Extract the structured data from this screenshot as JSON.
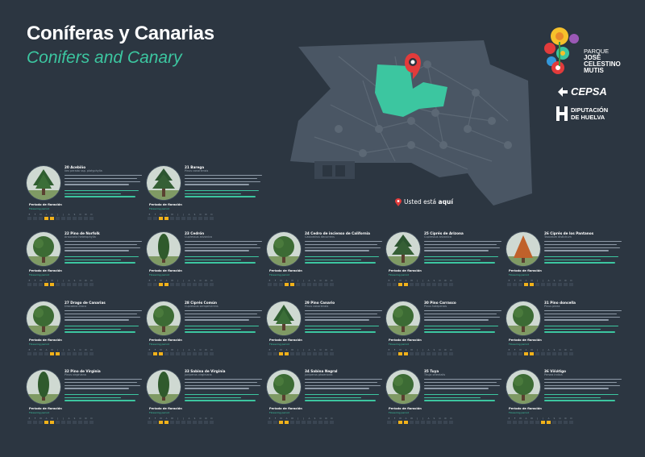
{
  "title": "Coníferas y Canarias",
  "subtitle": "Conifers and Canary",
  "you_are_here_prefix": "Usted está",
  "you_are_here_bold": "aquí",
  "logos": {
    "park_line1": "PARQUE",
    "park_line2": "JOSÉ",
    "park_line3": "CELESTINO",
    "park_line4": "MUTIS",
    "sponsor": "CEPSA",
    "gov_line1": "DIPUTACIÓN",
    "gov_line2": "DE HUELVA"
  },
  "colors": {
    "background": "#2c3641",
    "accent": "#3cc6a0",
    "pin": "#e23b3b",
    "flowering": "#f2b21a"
  },
  "flowering_label": "Período de floración",
  "flowering_sub": "Flowering period",
  "month_initials": [
    "E",
    "F",
    "M",
    "A",
    "M",
    "J",
    "J",
    "A",
    "S",
    "O",
    "N",
    "D"
  ],
  "cards": [
    {
      "title": "20 Acebiño",
      "sub": "Ilex perado ssp. platyphylla",
      "flower": [
        0,
        0,
        0,
        1,
        1,
        0,
        0,
        0,
        0,
        0,
        0,
        0
      ]
    },
    {
      "title": "21 Barega",
      "sub": "Pinus canariensis",
      "flower": [
        0,
        0,
        1,
        1,
        0,
        0,
        0,
        0,
        0,
        0,
        0,
        0
      ]
    },
    {
      "title": "22 Pino de Norfolk",
      "sub": "Araucaria heterophylla",
      "flower": [
        0,
        0,
        0,
        1,
        1,
        0,
        0,
        0,
        0,
        0,
        0,
        0
      ]
    },
    {
      "title": "23 Cedrón",
      "sub": "Cupressus arizonica",
      "flower": [
        0,
        0,
        1,
        1,
        0,
        0,
        0,
        0,
        0,
        0,
        0,
        0
      ]
    },
    {
      "title": "24 Cedro de incienso de California",
      "sub": "Calocedrus decurrens",
      "flower": [
        0,
        0,
        0,
        1,
        1,
        0,
        0,
        0,
        0,
        0,
        0,
        0
      ]
    },
    {
      "title": "25 Ciprés de Arizona",
      "sub": "Cupressus arizonica",
      "flower": [
        0,
        0,
        1,
        1,
        0,
        0,
        0,
        0,
        0,
        0,
        0,
        0
      ]
    },
    {
      "title": "26 Ciprés de los Pantanos",
      "sub": "Taxodium distichum",
      "flower": [
        0,
        0,
        0,
        1,
        1,
        0,
        0,
        0,
        0,
        0,
        0,
        0
      ]
    },
    {
      "title": "27 Drago de Canarias",
      "sub": "Dracaena draco",
      "flower": [
        0,
        0,
        0,
        0,
        1,
        1,
        0,
        0,
        0,
        0,
        0,
        0
      ]
    },
    {
      "title": "28 Ciprés Común",
      "sub": "Cupressus sempervirens",
      "flower": [
        0,
        1,
        1,
        0,
        0,
        0,
        0,
        0,
        0,
        0,
        0,
        0
      ]
    },
    {
      "title": "29 Pino Canario",
      "sub": "Pinus canariensis",
      "flower": [
        0,
        0,
        1,
        1,
        0,
        0,
        0,
        0,
        0,
        0,
        0,
        0
      ]
    },
    {
      "title": "30 Pino Carrasco",
      "sub": "Pinus halepensis",
      "flower": [
        0,
        0,
        1,
        1,
        0,
        0,
        0,
        0,
        0,
        0,
        0,
        0
      ]
    },
    {
      "title": "31 Pino doncella",
      "sub": "Pinus pinea",
      "flower": [
        0,
        0,
        0,
        1,
        1,
        0,
        0,
        0,
        0,
        0,
        0,
        0
      ]
    },
    {
      "title": "32 Pino de Virginia",
      "sub": "Pinus virginiana",
      "flower": [
        0,
        0,
        0,
        1,
        1,
        0,
        0,
        0,
        0,
        0,
        0,
        0
      ]
    },
    {
      "title": "33 Sabina de Virginia",
      "sub": "Juniperus virginiana",
      "flower": [
        0,
        0,
        1,
        1,
        0,
        0,
        0,
        0,
        0,
        0,
        0,
        0
      ]
    },
    {
      "title": "34 Sabina Negral",
      "sub": "Juniperus phoenicea",
      "flower": [
        0,
        0,
        1,
        1,
        0,
        0,
        0,
        0,
        0,
        0,
        0,
        0
      ]
    },
    {
      "title": "35 Tuya",
      "sub": "Thuja orientalis",
      "flower": [
        0,
        0,
        1,
        1,
        0,
        0,
        0,
        0,
        0,
        0,
        0,
        0
      ]
    },
    {
      "title": "36 Viñátigo",
      "sub": "Persea indica",
      "flower": [
        0,
        0,
        0,
        0,
        0,
        0,
        1,
        1,
        0,
        0,
        0,
        0
      ]
    }
  ]
}
